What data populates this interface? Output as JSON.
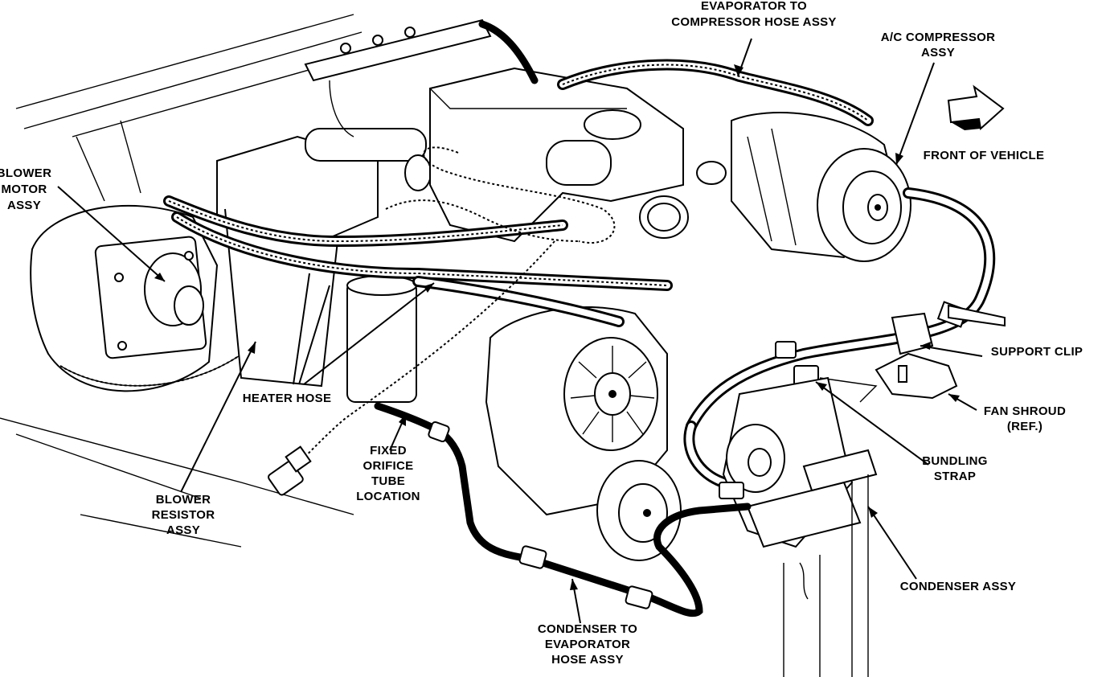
{
  "labels": {
    "evap_to_comp": [
      "EVAPORATOR TO",
      "COMPRESSOR HOSE ASSY"
    ],
    "ac_compressor": [
      "A/C COMPRESSOR",
      "ASSY"
    ],
    "front_of_vehicle": "FRONT OF VEHICLE",
    "blower_motor": [
      "BLOWER",
      "MOTOR",
      "ASSY"
    ],
    "support_clip": "SUPPORT CLIP",
    "fan_shroud": [
      "FAN SHROUD",
      "(REF.)"
    ],
    "heater_hose": "HEATER HOSE",
    "fixed_orifice": [
      "FIXED",
      "ORIFICE",
      "TUBE",
      "LOCATION"
    ],
    "bundling_strap": [
      "BUNDLING",
      "STRAP"
    ],
    "blower_resistor": [
      "BLOWER",
      "RESISTOR",
      "ASSY"
    ],
    "condenser": "CONDENSER ASSY",
    "cond_to_evap": [
      "CONDENSER TO",
      "EVAPORATOR",
      "HOSE ASSY"
    ]
  }
}
